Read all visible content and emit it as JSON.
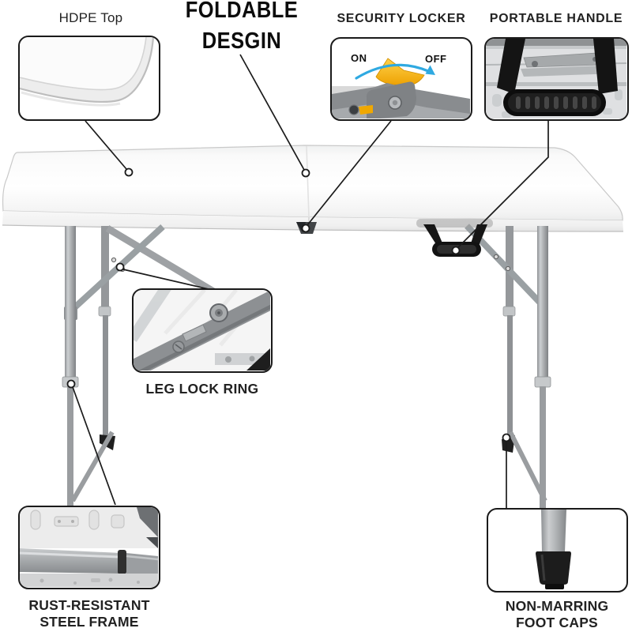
{
  "page_title": "Folding table product feature diagram",
  "headline": {
    "line1": "FOLDABLE",
    "line2": "DESGIN"
  },
  "callouts": {
    "hdpe": "HDPE Top",
    "security": "SECURITY LOCKER",
    "handle": "PORTABLE HANDLE",
    "leglock": "LEG LOCK RING",
    "frame_line1": "RUST-RESISTANT",
    "frame_line2": "STEEL FRAME",
    "foot_line1": "NON-MARRING",
    "foot_line2": "FOOT CAPS"
  },
  "security_inset": {
    "on": "ON",
    "off": "OFF"
  },
  "colors": {
    "arrow_blue": "#2fa9e1",
    "latch_yellow": "#f8b62d",
    "table_white": "#fcfcfc",
    "leg_gray": "#a0a3a6",
    "strap_black": "#141414",
    "foot_cap_black": "#1c1c1c",
    "callout_line": "#1b1b1b",
    "label_text": "#222222"
  }
}
